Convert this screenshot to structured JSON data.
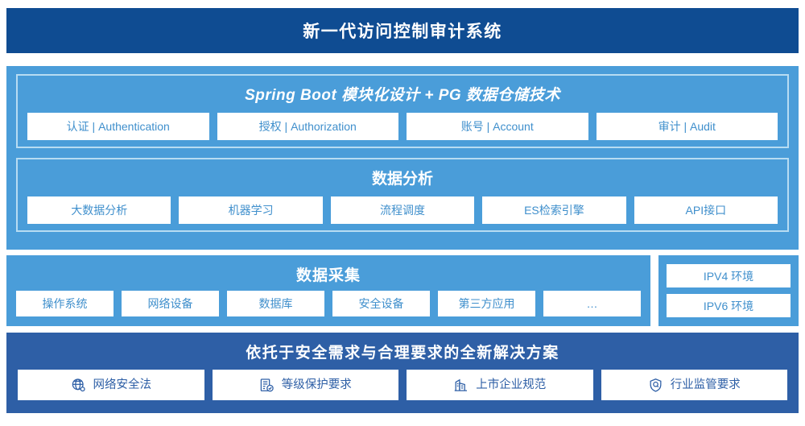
{
  "header": {
    "title": "新一代访问控制审计系统",
    "bg_color": "#0F4C92"
  },
  "colors": {
    "panel_light": "#4A9DD9",
    "panel_dark": "#2E5FA6",
    "chip_bg": "#FFFFFF",
    "chip_text_light": "#3F8FCC",
    "chip_text_dark": "#2E5FA6",
    "inner_border": "#B7DCF2",
    "header_bg": "#0F4C92"
  },
  "platform_panel": {
    "groups": [
      {
        "title": "Spring Boot 模块化设计 + PG 数据仓储技术",
        "title_style": "italic-bold",
        "items": [
          {
            "label": "认证 | Authentication"
          },
          {
            "label": "授权 | Authorization"
          },
          {
            "label": "账号 | Account"
          },
          {
            "label": "审计 | Audit"
          }
        ]
      },
      {
        "title": "数据分析",
        "title_style": "bold",
        "items": [
          {
            "label": "大数据分析"
          },
          {
            "label": "机器学习"
          },
          {
            "label": "流程调度"
          },
          {
            "label": "ES检索引擎"
          },
          {
            "label": "API接口"
          }
        ]
      }
    ]
  },
  "collection_panel": {
    "title": "数据采集",
    "items": [
      {
        "label": "操作系统"
      },
      {
        "label": "网络设备"
      },
      {
        "label": "数据库"
      },
      {
        "label": "安全设备"
      },
      {
        "label": "第三方应用"
      },
      {
        "label": "…"
      }
    ]
  },
  "environment_panel": {
    "items": [
      {
        "label": "IPV4 环境"
      },
      {
        "label": "IPV6 环境"
      }
    ]
  },
  "solution_panel": {
    "title": "依托于安全需求与合理要求的全新解决方案",
    "items": [
      {
        "label": "网络安全法",
        "icon": "globe-icon"
      },
      {
        "label": "等级保护要求",
        "icon": "document-check-icon"
      },
      {
        "label": "上市企业规范",
        "icon": "building-icon"
      },
      {
        "label": "行业监管要求",
        "icon": "shield-search-icon"
      }
    ]
  }
}
